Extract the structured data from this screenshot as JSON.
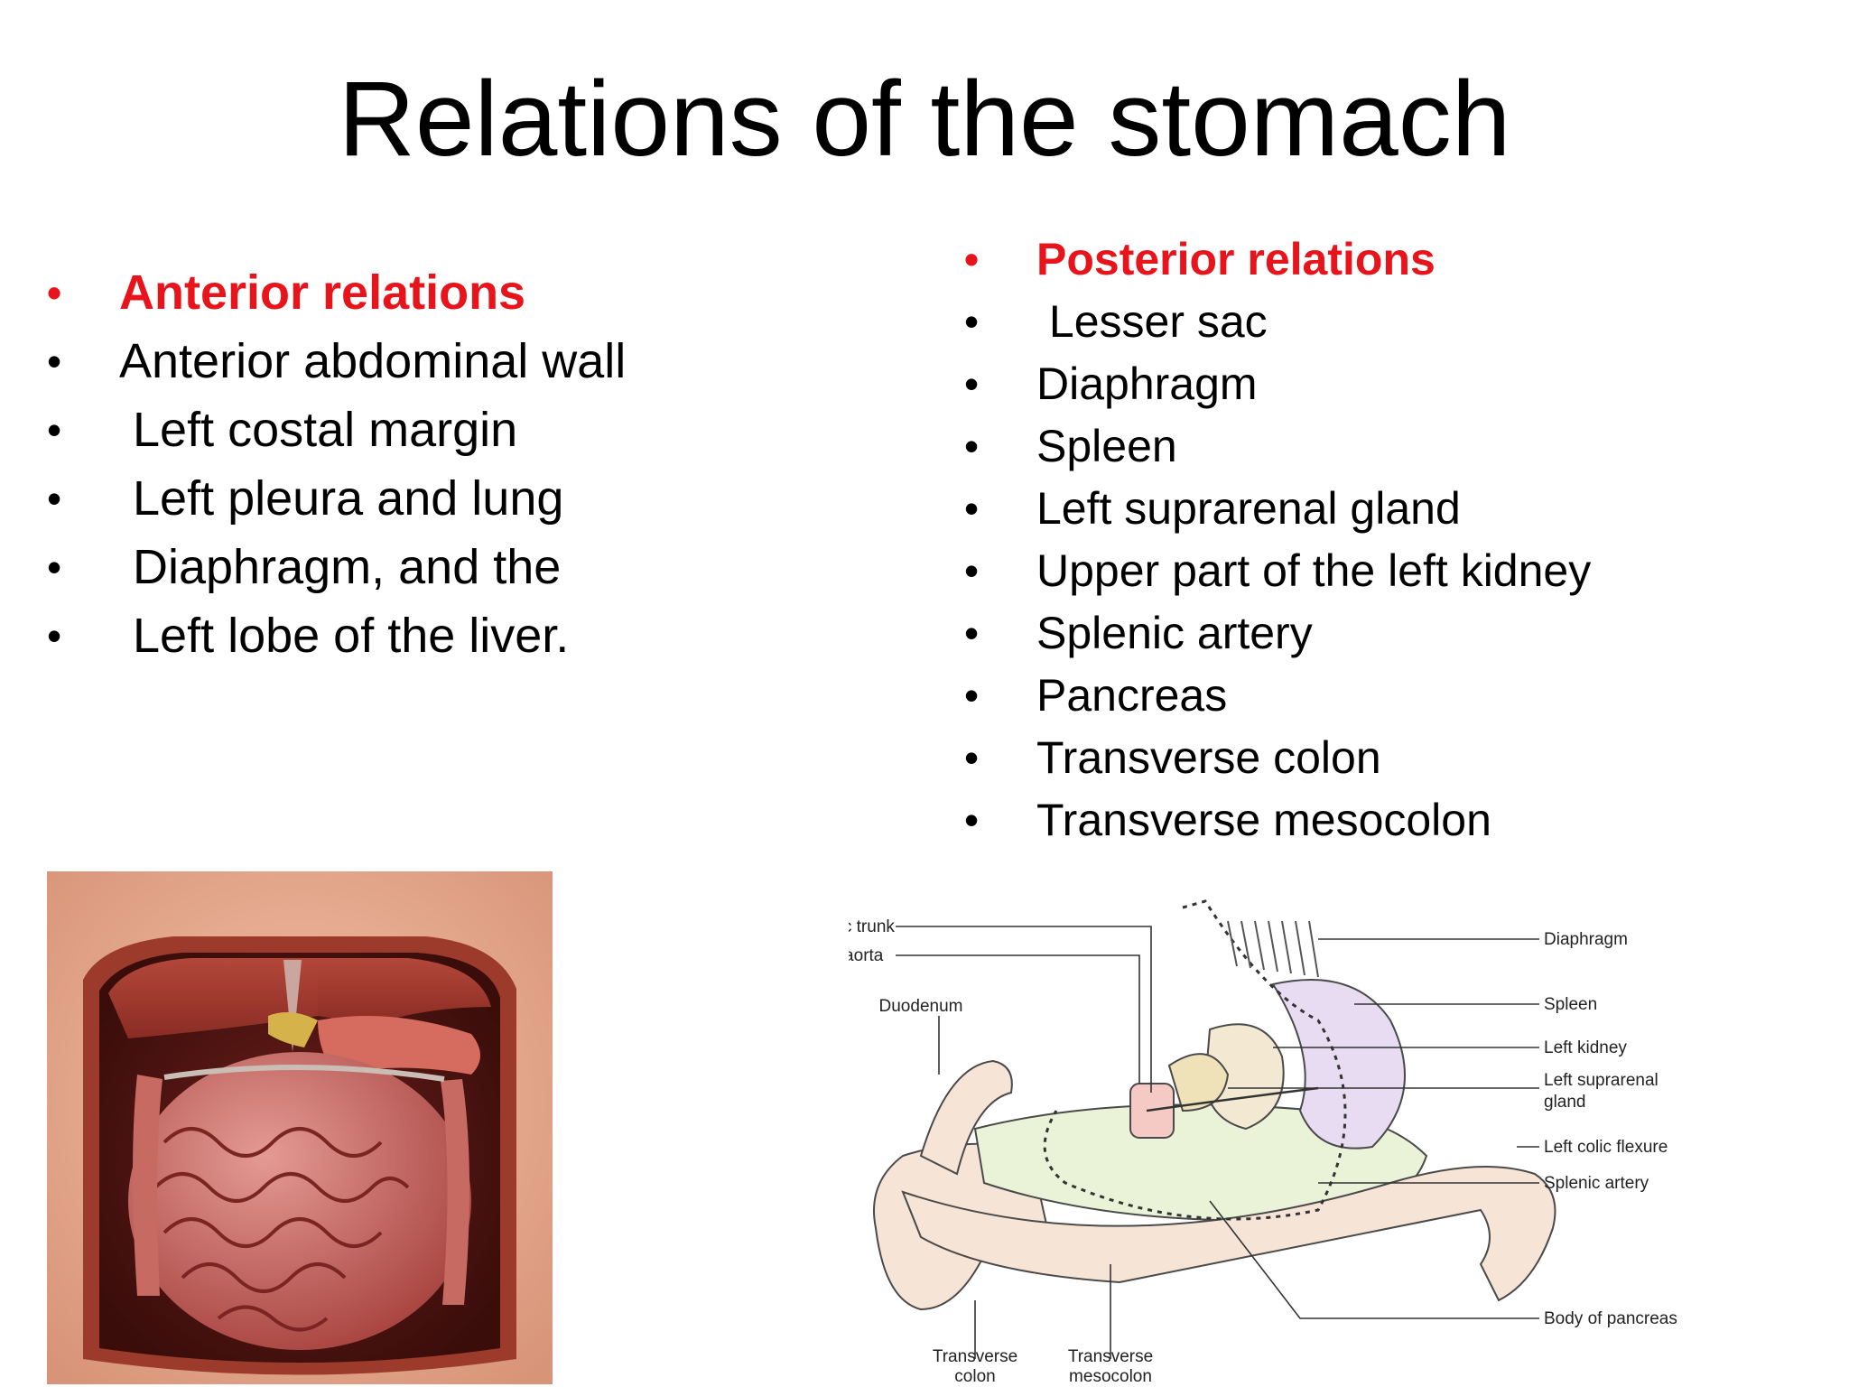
{
  "slide": {
    "title": "Relations of the stomach"
  },
  "anterior": {
    "heading": "Anterior relations",
    "items": [
      "Anterior abdominal wall",
      " Left costal margin",
      " Left pleura and lung",
      " Diaphragm, and the",
      " Left lobe of the liver."
    ]
  },
  "posterior": {
    "heading": "Posterior relations",
    "items": [
      " Lesser sac",
      "Diaphragm",
      "Spleen",
      "Left suprarenal gland",
      "Upper part of the left kidney",
      "Splenic artery",
      "Pancreas",
      "Transverse colon",
      "Transverse mesocolon"
    ]
  },
  "diagram": {
    "labels_left": [
      "Coeliac trunk",
      "Abdominal aorta",
      "Duodenum"
    ],
    "labels_right": [
      "Diaphragm",
      "Spleen",
      "Left kidney",
      "Left suprarenal",
      "gland",
      "Left colic flexure",
      "Splenic artery",
      "Body of pancreas"
    ],
    "labels_bottom": [
      "Transverse",
      "colon",
      "Transverse",
      "mesocolon"
    ]
  },
  "colors": {
    "heading": "#e8141b",
    "text": "#000000",
    "background": "#ffffff"
  }
}
